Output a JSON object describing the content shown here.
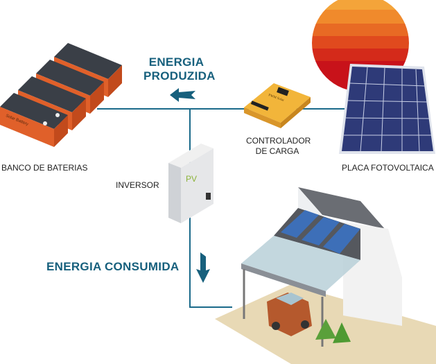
{
  "labels": {
    "energy_produced_1": "ENERGIA",
    "energy_produced_2": "PRODUZIDA",
    "energy_consumed": "ENERGIA CONSUMIDA",
    "battery_bank": "BANCO DE BATERIAS",
    "inverter": "INVERSOR",
    "controller_1": "CONTROLADOR",
    "controller_2": "DE CARGA",
    "solar_panel": "PLACA FOTOVOLTAICA"
  },
  "device_text": {
    "battery": "Solar Battery",
    "controller": "PWM Solar",
    "inverter": "PV"
  },
  "colors": {
    "line": "#1a6a8a",
    "accent": "#17607d",
    "battery": "#e0602a",
    "controller": "#f2b53a",
    "panel": "#2e3a78"
  }
}
